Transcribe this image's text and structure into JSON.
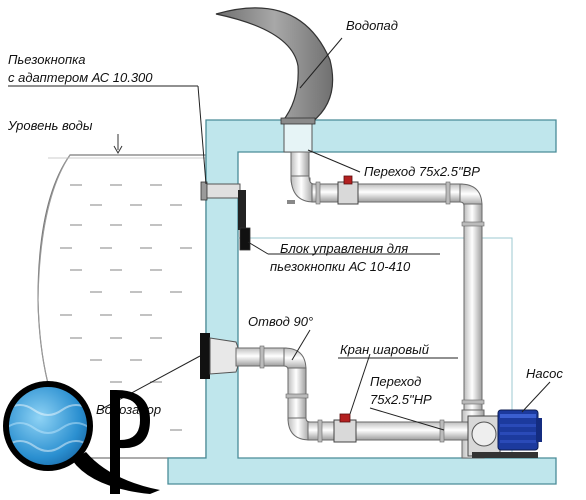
{
  "labels": {
    "waterfall": "Водопад",
    "jet_line1": "Пьезокнопка",
    "jet_line2": "с адаптером АС 10.300",
    "water_level": "Уровень воды",
    "transition_top": "Переход 75x2.5\"ВР",
    "control_line1": "Блок управления для",
    "control_line2": "пьезокнопки АС 10-410",
    "elbow": "Отвод 90°",
    "ball_valve": "Кран шаровый",
    "pump": "Насос",
    "transition_bottom_line1": "Переход",
    "transition_bottom_line2": "75x2.5\"НР",
    "intake": "Водозабор"
  },
  "logo": {
    "letters": "QP"
  },
  "colors": {
    "wall_fill": "#bfe6ec",
    "wall_stroke": "#4a8c98",
    "pipe_fill": "#f2f2f2",
    "pipe_stroke": "#6a6a6a",
    "pump_blue": "#1c3a9e",
    "valve_red": "#b32020",
    "waterfall_fill": "#8a8a8a"
  }
}
